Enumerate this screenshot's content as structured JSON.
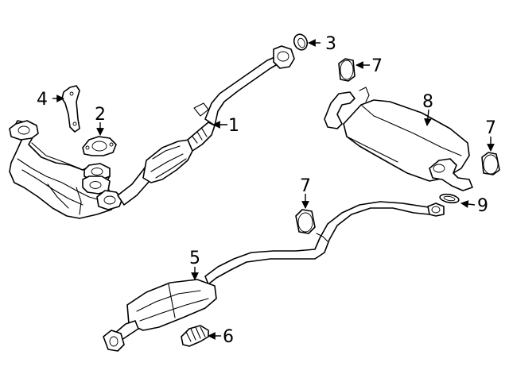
{
  "callouts": [
    {
      "label": "1",
      "part": "front-pipe-with-catalytic-converter"
    },
    {
      "label": "2",
      "part": "gasket"
    },
    {
      "label": "3",
      "part": "gasket-ring"
    },
    {
      "label": "4",
      "part": "bracket"
    },
    {
      "label": "5",
      "part": "center-pipe-with-converter"
    },
    {
      "label": "6",
      "part": "flex-hanger"
    },
    {
      "label": "7",
      "part": "insulator"
    },
    {
      "label": "7",
      "part": "insulator"
    },
    {
      "label": "7",
      "part": "insulator"
    },
    {
      "label": "8",
      "part": "muffler"
    },
    {
      "label": "9",
      "part": "gasket"
    }
  ]
}
